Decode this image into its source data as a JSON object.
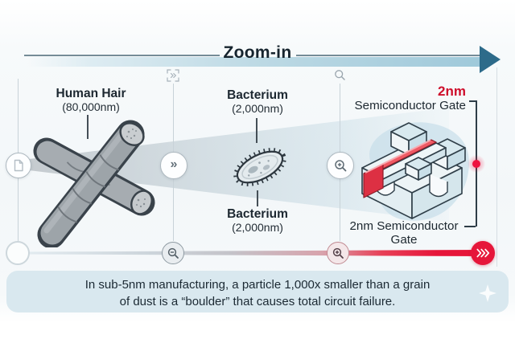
{
  "title": "Zoom-in",
  "items": {
    "hair": {
      "label": "Human Hair",
      "size": "(80,000nm)"
    },
    "bacterium_top": {
      "label": "Bacterium",
      "size": "(2,000nm)"
    },
    "bacterium_bottom": {
      "label": "Bacterium",
      "size": "(2,000nm)"
    },
    "gate": {
      "value": "2nm",
      "label": "Semiconductor Gate"
    },
    "gate_bottom": {
      "label": "2nm Semiconductor Gate"
    }
  },
  "markers": {
    "skip_chevron": "»"
  },
  "caption": {
    "line1": "In sub-5nm manufacturing, a particle 1,000x smaller than a grain",
    "line2": "of dust is a “boulder” that causes total circuit failure."
  },
  "icons": {
    "zoom_arrow": "right-arrow-head",
    "top_expand": "expand-frame-chevron",
    "top_magnifier": "magnifier",
    "node_document": "document",
    "node_chevron": "double-chevron-right",
    "node_magnifier_plus": "magnifier-plus",
    "timeline_start": "empty-circle",
    "timeline_zoom_out": "magnifier-minus",
    "timeline_zoom_in": "magnifier-plus",
    "timeline_end": "triple-chevron-right",
    "sparkle": "four-point-star"
  },
  "colors": {
    "accent_red": "#ce0e2b",
    "timeline_red": "#e6163a",
    "band_teal": "#9fc9da",
    "arrow_teal": "#2d6b8a",
    "caption_bg": "#d9e8ef",
    "text_dark": "#1c2730"
  }
}
